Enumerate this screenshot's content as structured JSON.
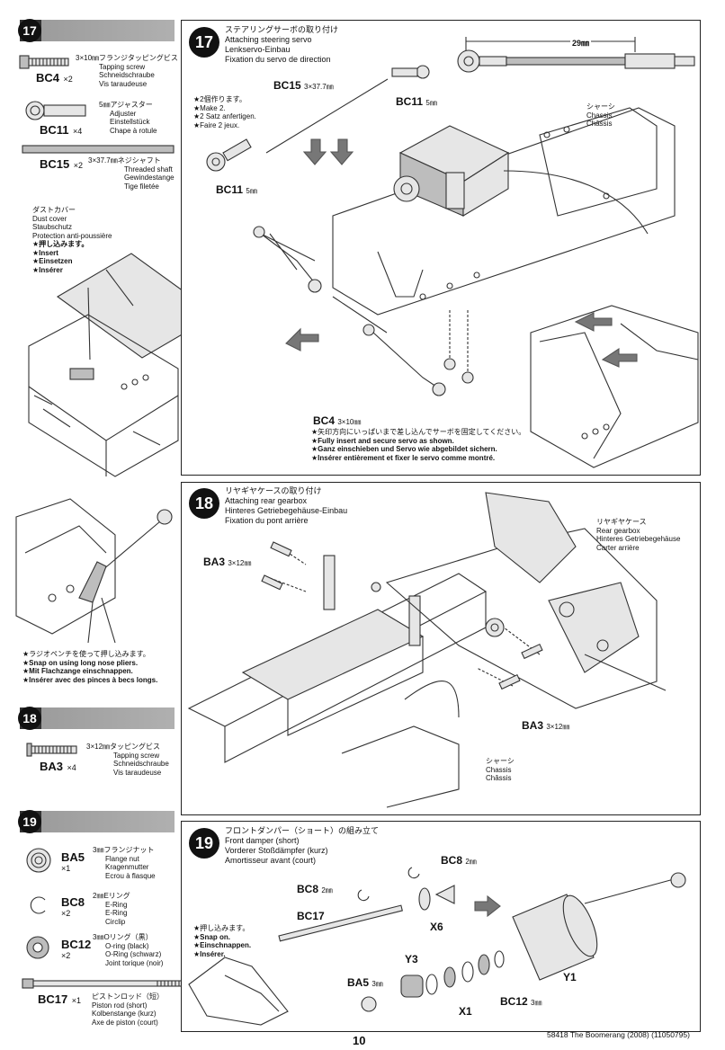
{
  "parts17": {
    "step": "17",
    "bc4": {
      "code": "BC4",
      "qty": "×2",
      "jp": "3×10㎜フランジタッピングビス",
      "en": "Tapping screw",
      "de": "Schneidschraube",
      "fr": "Vis taraudeuse"
    },
    "bc11": {
      "code": "BC11",
      "qty": "×4",
      "jp": "5㎜アジャスター",
      "en": "Adjuster",
      "de": "Einstellstück",
      "fr": "Chape à rotule"
    },
    "bc15": {
      "code": "BC15",
      "qty": "×2",
      "jp": "3×37.7㎜ネジシャフト",
      "en": "Threaded shaft",
      "de": "Gewindestange",
      "fr": "Tige filetée"
    }
  },
  "dustcover": {
    "jp": "ダストカバー",
    "en": "Dust cover",
    "de": "Staubschutz",
    "fr": "Protection anti-poussière",
    "note_jp": "★押し込みます。",
    "note_en": "★Insert",
    "note_de": "★Einsetzen",
    "note_fr": "★Insérer"
  },
  "pliers_note": {
    "jp": "★ラジオペンチを使って押し込みます。",
    "en": "★Snap on using long nose pliers.",
    "de": "★Mit Flachzange einschnappen.",
    "fr": "★Insérer avec des pinces à becs longs."
  },
  "parts18": {
    "step": "18",
    "ba3": {
      "code": "BA3",
      "qty": "×4",
      "jp": "3×12㎜タッピングビス",
      "en": "Tapping screw",
      "de": "Schneidschraube",
      "fr": "Vis taraudeuse"
    }
  },
  "parts19": {
    "step": "19",
    "ba5": {
      "code": "BA5",
      "qty": "×1",
      "jp": "3㎜フランジナット",
      "en": "Flange nut",
      "de": "Kragenmutter",
      "fr": "Ecrou à flasque"
    },
    "bc8": {
      "code": "BC8",
      "qty": "×2",
      "jp": "2㎜Eリング",
      "en": "E-Ring",
      "de": "E-Ring",
      "fr": "Circlip"
    },
    "bc12": {
      "code": "BC12",
      "qty": "×2",
      "jp": "3㎜Oリング（黒）",
      "en": "O-ring (black)",
      "de": "O-Ring (schwarz)",
      "fr": "Joint torique (noir)"
    },
    "bc17": {
      "code": "BC17",
      "qty": "×1",
      "jp": "ピストンロッド（短）",
      "en": "Piston rod (short)",
      "de": "Kolbenstange (kurz)",
      "fr": "Axe de piston (court)"
    }
  },
  "step17": {
    "num": "17",
    "jp": "ステアリングサーボの取り付け",
    "en": "Attaching steering servo",
    "de": "Lenkservo-Einbau",
    "fr": "Fixation du servo de direction",
    "dim": "29㎜",
    "make_jp": "★2個作ります。",
    "make_en": "★Make 2.",
    "make_de": "★2 Satz anfertigen.",
    "make_fr": "★Faire 2 jeux.",
    "bc15_label": "BC15",
    "bc15_size": "3×37.7㎜",
    "bc11_label": "BC11",
    "bc11_size": "5㎜",
    "chassis_jp": "シャーシ",
    "chassis_en": "Chassis",
    "chassis_fr": "Châssis",
    "bc4_label": "BC4",
    "bc4_size": "3×10㎜",
    "note_jp": "★矢印方向にいっぱいまで差し込んでサーボを固定してください。",
    "note_en": "★Fully insert and secure servo as shown.",
    "note_de": "★Ganz einschieben und Servo wie abgebildet sichern.",
    "note_fr": "★Insérer entièrement et fixer le servo comme montré."
  },
  "step18": {
    "num": "18",
    "jp": "リヤギヤケースの取り付け",
    "en": "Attaching rear gearbox",
    "de": "Hinteres Getriebegehäuse-Einbau",
    "fr": "Fixation du pont arrière",
    "ba3_label": "BA3",
    "ba3_size": "3×12㎜",
    "gear_jp": "リヤギヤケース",
    "gear_en": "Rear gearbox",
    "gear_de": "Hinteres Getriebegehäuse",
    "gear_fr": "Carter arrière",
    "chassis_jp": "シャーシ",
    "chassis_en": "Chassis",
    "chassis_fr": "Châssis"
  },
  "step19": {
    "num": "19",
    "jp": "フロントダンパー（ショート）の組み立て",
    "en": "Front damper (short)",
    "de": "Vorderer Stoßdämpfer (kurz)",
    "fr": "Amortisseur avant (court)",
    "bc8_label": "BC8",
    "bc8_size": "2㎜",
    "bc17_label": "BC17",
    "x6": "X6",
    "y3": "Y3",
    "y1": "Y1",
    "x1": "X1",
    "ba5_label": "BA5",
    "ba5_size": "3㎜",
    "bc12_label": "BC12",
    "bc12_size": "3㎜",
    "snap_jp": "★押し込みます。",
    "snap_en": "★Snap on.",
    "snap_de": "★Einschnappen.",
    "snap_fr": "★Insérer."
  },
  "footer": {
    "page": "10",
    "ref": "58418 The Boomerang (2008) (11050795)"
  }
}
